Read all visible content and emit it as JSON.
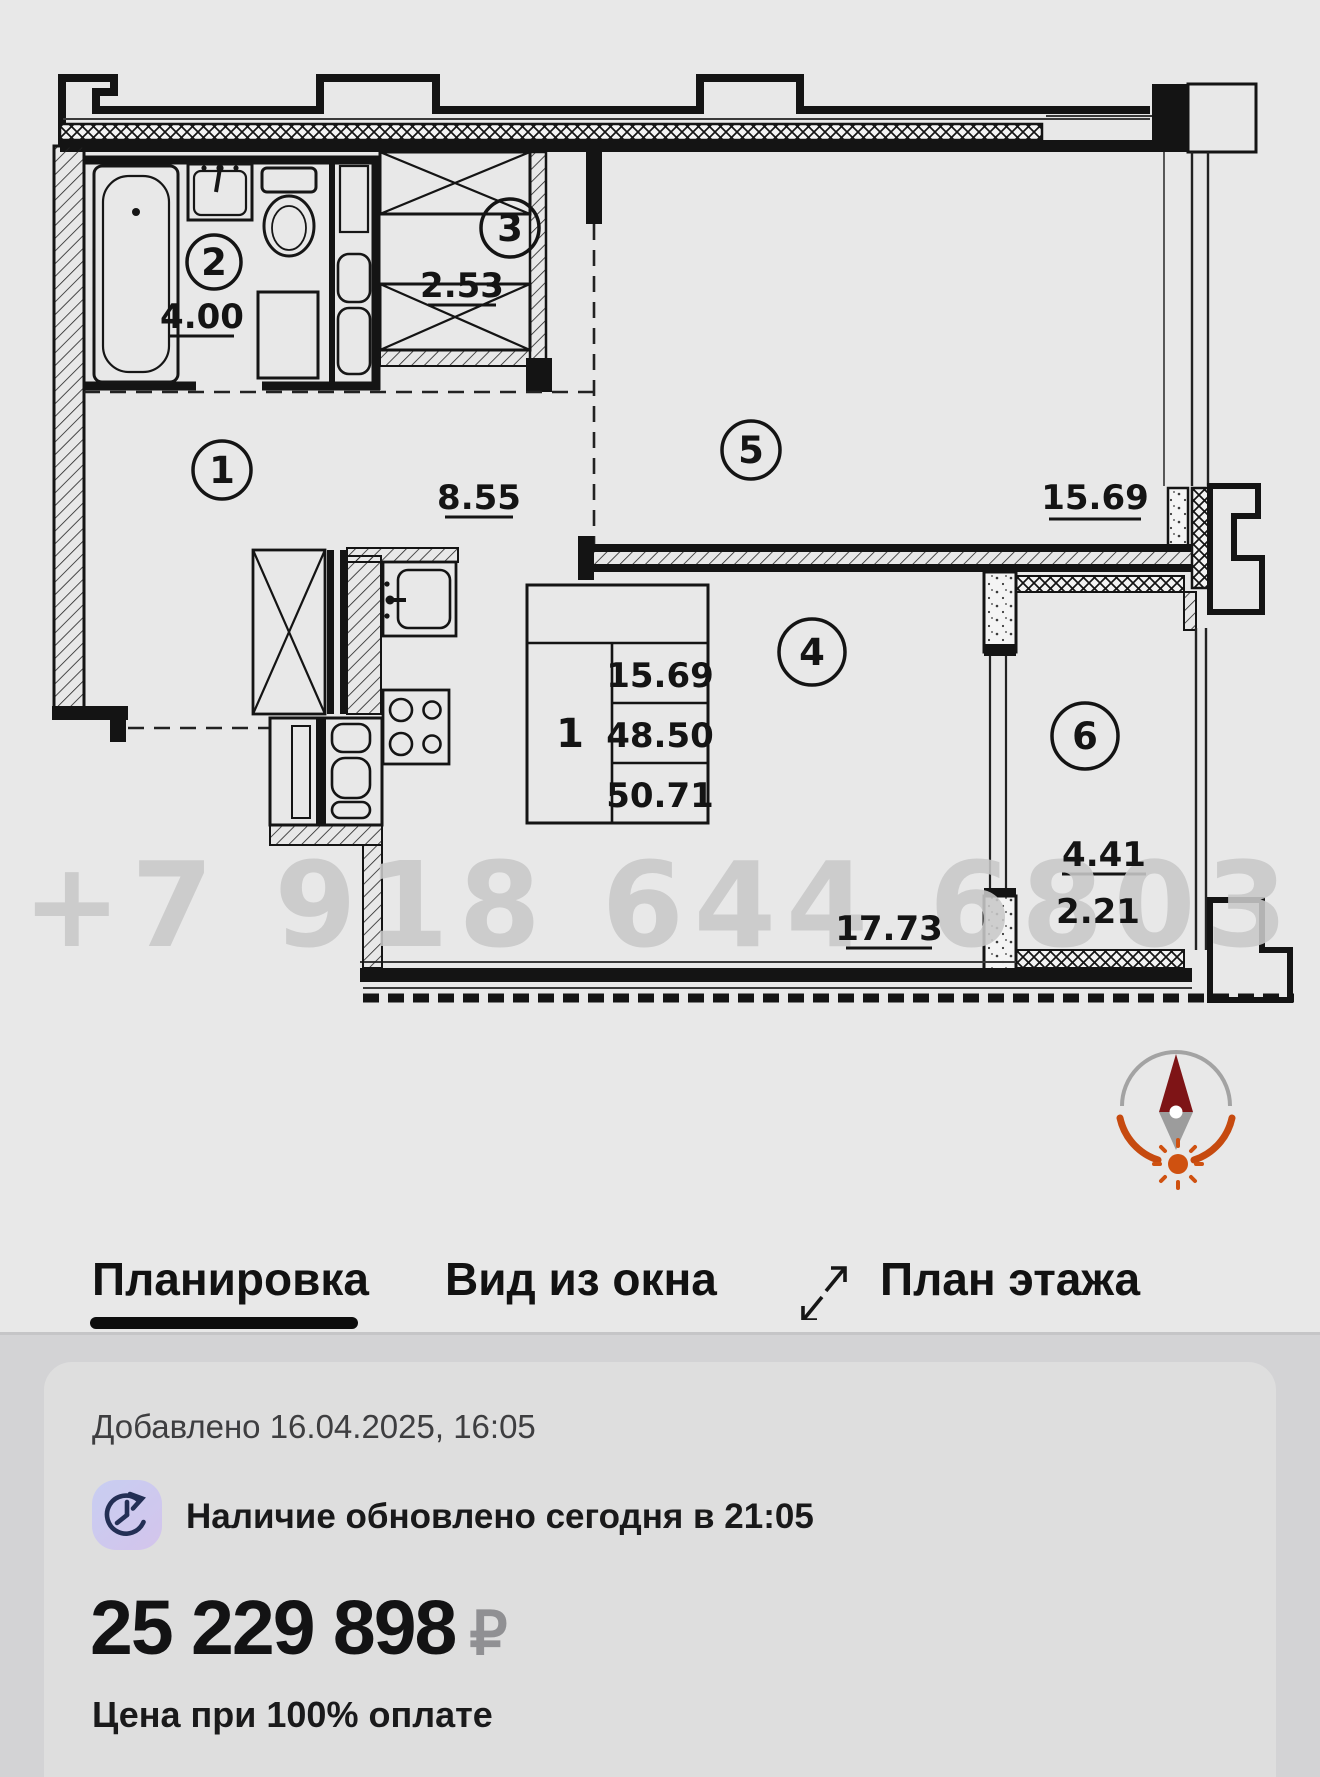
{
  "plan": {
    "watermark": "+7 918 644 6803",
    "rooms": {
      "r1": "1",
      "r2": "2",
      "r3": "3",
      "r4": "4",
      "r5": "5",
      "r6": "6"
    },
    "dims": {
      "bath": "4.00",
      "wardrobe": "2.53",
      "hall": "8.55",
      "room5": "15.69",
      "room4": "17.73",
      "balcony_a": "4.41",
      "balcony_b": "2.21"
    },
    "table": {
      "unit": "1",
      "row1": "15.69",
      "row2": "48.50",
      "row3": "50.71"
    }
  },
  "tabs": {
    "layout": "Планировка",
    "window_view": "Вид из окна",
    "floor_plan": "План этажа"
  },
  "card": {
    "added": "Добавлено 16.04.2025, 16:05",
    "availability": "Наличие обновлено сегодня в 21:05",
    "price": "25 229 898",
    "currency": "₽",
    "price_note": "Цена при 100% оплате"
  },
  "colors": {
    "compass_orange": "#c64a0f",
    "needle_red": "#7e1416",
    "icon_lavender": "#c9cdf1",
    "accent_black": "#0d0d0d"
  }
}
